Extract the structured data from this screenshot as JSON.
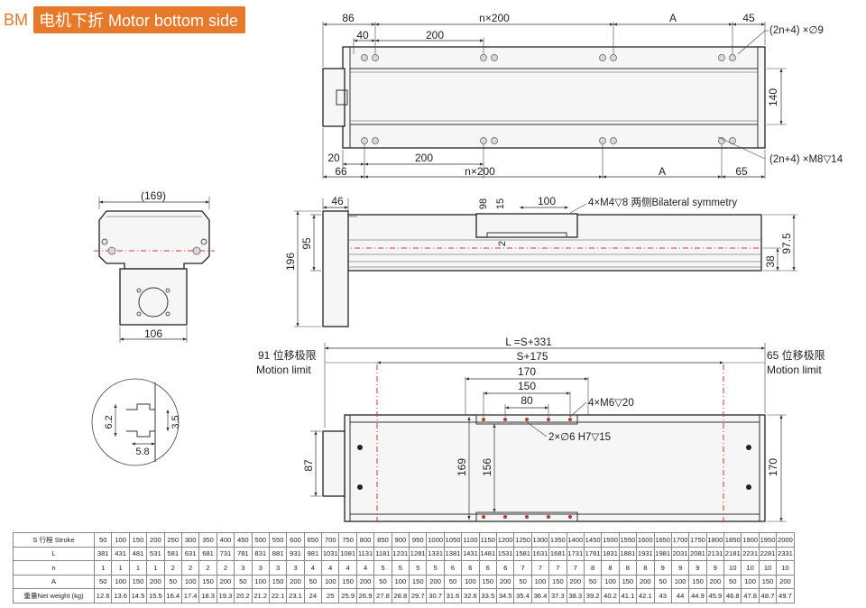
{
  "header": {
    "series": "BM",
    "title": "电机下折 Motor bottom side"
  },
  "top_view": {
    "dims_top": [
      "86",
      "n×200",
      "A",
      "45",
      "40",
      "200"
    ],
    "dims_bottom": [
      "20",
      "200",
      "66",
      "n×200",
      "A",
      "65"
    ],
    "dim_right": "140",
    "callout_top": "(2n+4) ×∅9",
    "callout_bottom": "(2n+4) ×M8▽14"
  },
  "end_view": {
    "dim_top": "(169)",
    "dim_bottom": "106"
  },
  "side_view": {
    "dims": [
      "46",
      "98",
      "15",
      "100",
      "2",
      "196",
      "95",
      "97.5",
      "38"
    ],
    "callout": "4×M4▽8 两侧Bilateral symmetry"
  },
  "detail_view": {
    "dims": [
      "6.2",
      "3.5",
      "5.8"
    ]
  },
  "bottom_view": {
    "dim_L": "L =S+331",
    "dim_S": "S+175",
    "limit_left": "91 位移极限",
    "limit_left_en": "Motion limit",
    "limit_right": "65 位移极限",
    "limit_right_en": "Motion limit",
    "dims": [
      "170",
      "150",
      "80",
      "87",
      "169",
      "156",
      "170"
    ],
    "callout_m6": "4×M6▽20",
    "callout_pin": "2×∅6 H7▽15"
  },
  "table": {
    "rows": [
      {
        "label": "S 行程 Stroke",
        "values": [
          "50",
          "100",
          "150",
          "200",
          "250",
          "300",
          "350",
          "400",
          "450",
          "500",
          "550",
          "600",
          "650",
          "700",
          "750",
          "800",
          "850",
          "900",
          "950",
          "1000",
          "1050",
          "1100",
          "1150",
          "1200",
          "1250",
          "1300",
          "1350",
          "1400",
          "1450",
          "1500",
          "1550",
          "1600",
          "1650",
          "1700",
          "1750",
          "1800",
          "1850",
          "1900",
          "1950",
          "2000"
        ]
      },
      {
        "label": "L",
        "values": [
          "381",
          "431",
          "481",
          "531",
          "581",
          "631",
          "681",
          "731",
          "781",
          "831",
          "881",
          "931",
          "981",
          "1031",
          "1081",
          "1131",
          "1181",
          "1231",
          "1281",
          "1331",
          "1381",
          "1431",
          "1481",
          "1531",
          "1581",
          "1631",
          "1681",
          "1731",
          "1781",
          "1831",
          "1881",
          "1931",
          "1981",
          "2031",
          "2081",
          "2131",
          "2181",
          "2231",
          "2281",
          "2331"
        ]
      },
      {
        "label": "n",
        "values": [
          "1",
          "1",
          "1",
          "1",
          "2",
          "2",
          "2",
          "2",
          "3",
          "3",
          "3",
          "3",
          "4",
          "4",
          "4",
          "4",
          "5",
          "5",
          "5",
          "5",
          "6",
          "6",
          "6",
          "6",
          "7",
          "7",
          "7",
          "7",
          "8",
          "8",
          "8",
          "8",
          "9",
          "9",
          "9",
          "9",
          "10",
          "10",
          "10",
          "10"
        ]
      },
      {
        "label": "A",
        "values": [
          "50",
          "100",
          "150",
          "200",
          "50",
          "100",
          "150",
          "200",
          "50",
          "100",
          "150",
          "200",
          "50",
          "100",
          "150",
          "200",
          "50",
          "100",
          "150",
          "200",
          "50",
          "100",
          "150",
          "200",
          "50",
          "100",
          "150",
          "200",
          "50",
          "100",
          "150",
          "200",
          "50",
          "100",
          "150",
          "200",
          "50",
          "100",
          "150",
          "200"
        ]
      },
      {
        "label": "重量Net weight (kg)",
        "values": [
          "12.6",
          "13.6",
          "14.5",
          "15.5",
          "16.4",
          "17.4",
          "18.3",
          "19.3",
          "20.2",
          "21.2",
          "22.1",
          "23.1",
          "24",
          "25",
          "25.9",
          "26.9",
          "27.8",
          "28.8",
          "29.7",
          "30.7",
          "31.6",
          "32.6",
          "33.5",
          "34.5",
          "35.4",
          "36.4",
          "37.3",
          "38.3",
          "39.2",
          "40.2",
          "41.1",
          "42.1",
          "43",
          "44",
          "44.9",
          "45.9",
          "46.8",
          "47.8",
          "48.7",
          "49.7"
        ]
      }
    ]
  }
}
